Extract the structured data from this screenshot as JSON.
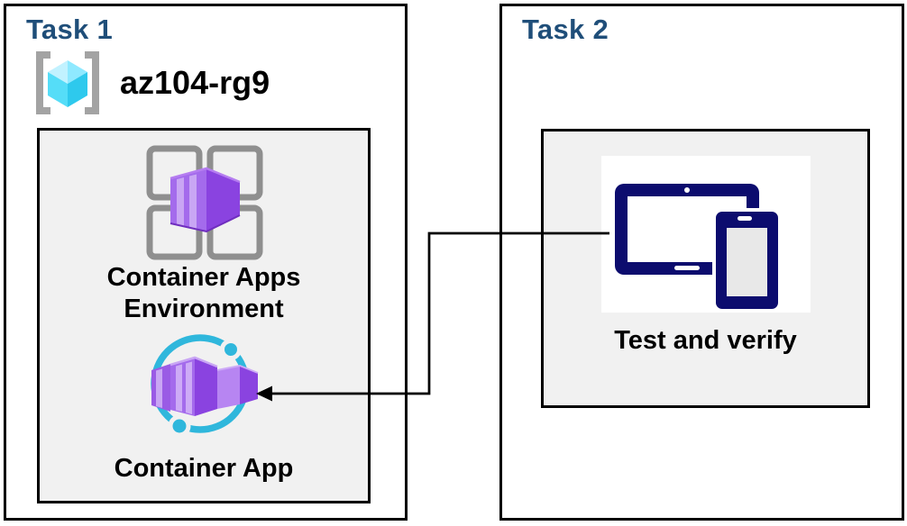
{
  "task1": {
    "title": "Task 1",
    "resource_group": {
      "name": "az104-rg9",
      "icon": "resource-group-icon"
    },
    "items": [
      {
        "label": "Container Apps Environment",
        "icon": "container-apps-environment-icon"
      },
      {
        "label": "Container App",
        "icon": "container-app-icon"
      }
    ]
  },
  "task2": {
    "title": "Task 2",
    "items": [
      {
        "label": "Test and verify",
        "icon": "devices-icon"
      }
    ]
  },
  "connector": {
    "from": "Test and verify",
    "to": "Container App",
    "style": "elbow-arrow-left"
  },
  "colors": {
    "title_blue": "#1F4E79",
    "panel_bg": "#F1F1F1",
    "border_black": "#000000",
    "azure_teal": "#2FB7DC",
    "azure_purple_dark": "#8A43E0",
    "azure_purple_light": "#A46BEC",
    "device_navy": "#0C0C6E",
    "bracket_gray": "#A3A3A3",
    "cube_cyan": "#55DDF8"
  }
}
